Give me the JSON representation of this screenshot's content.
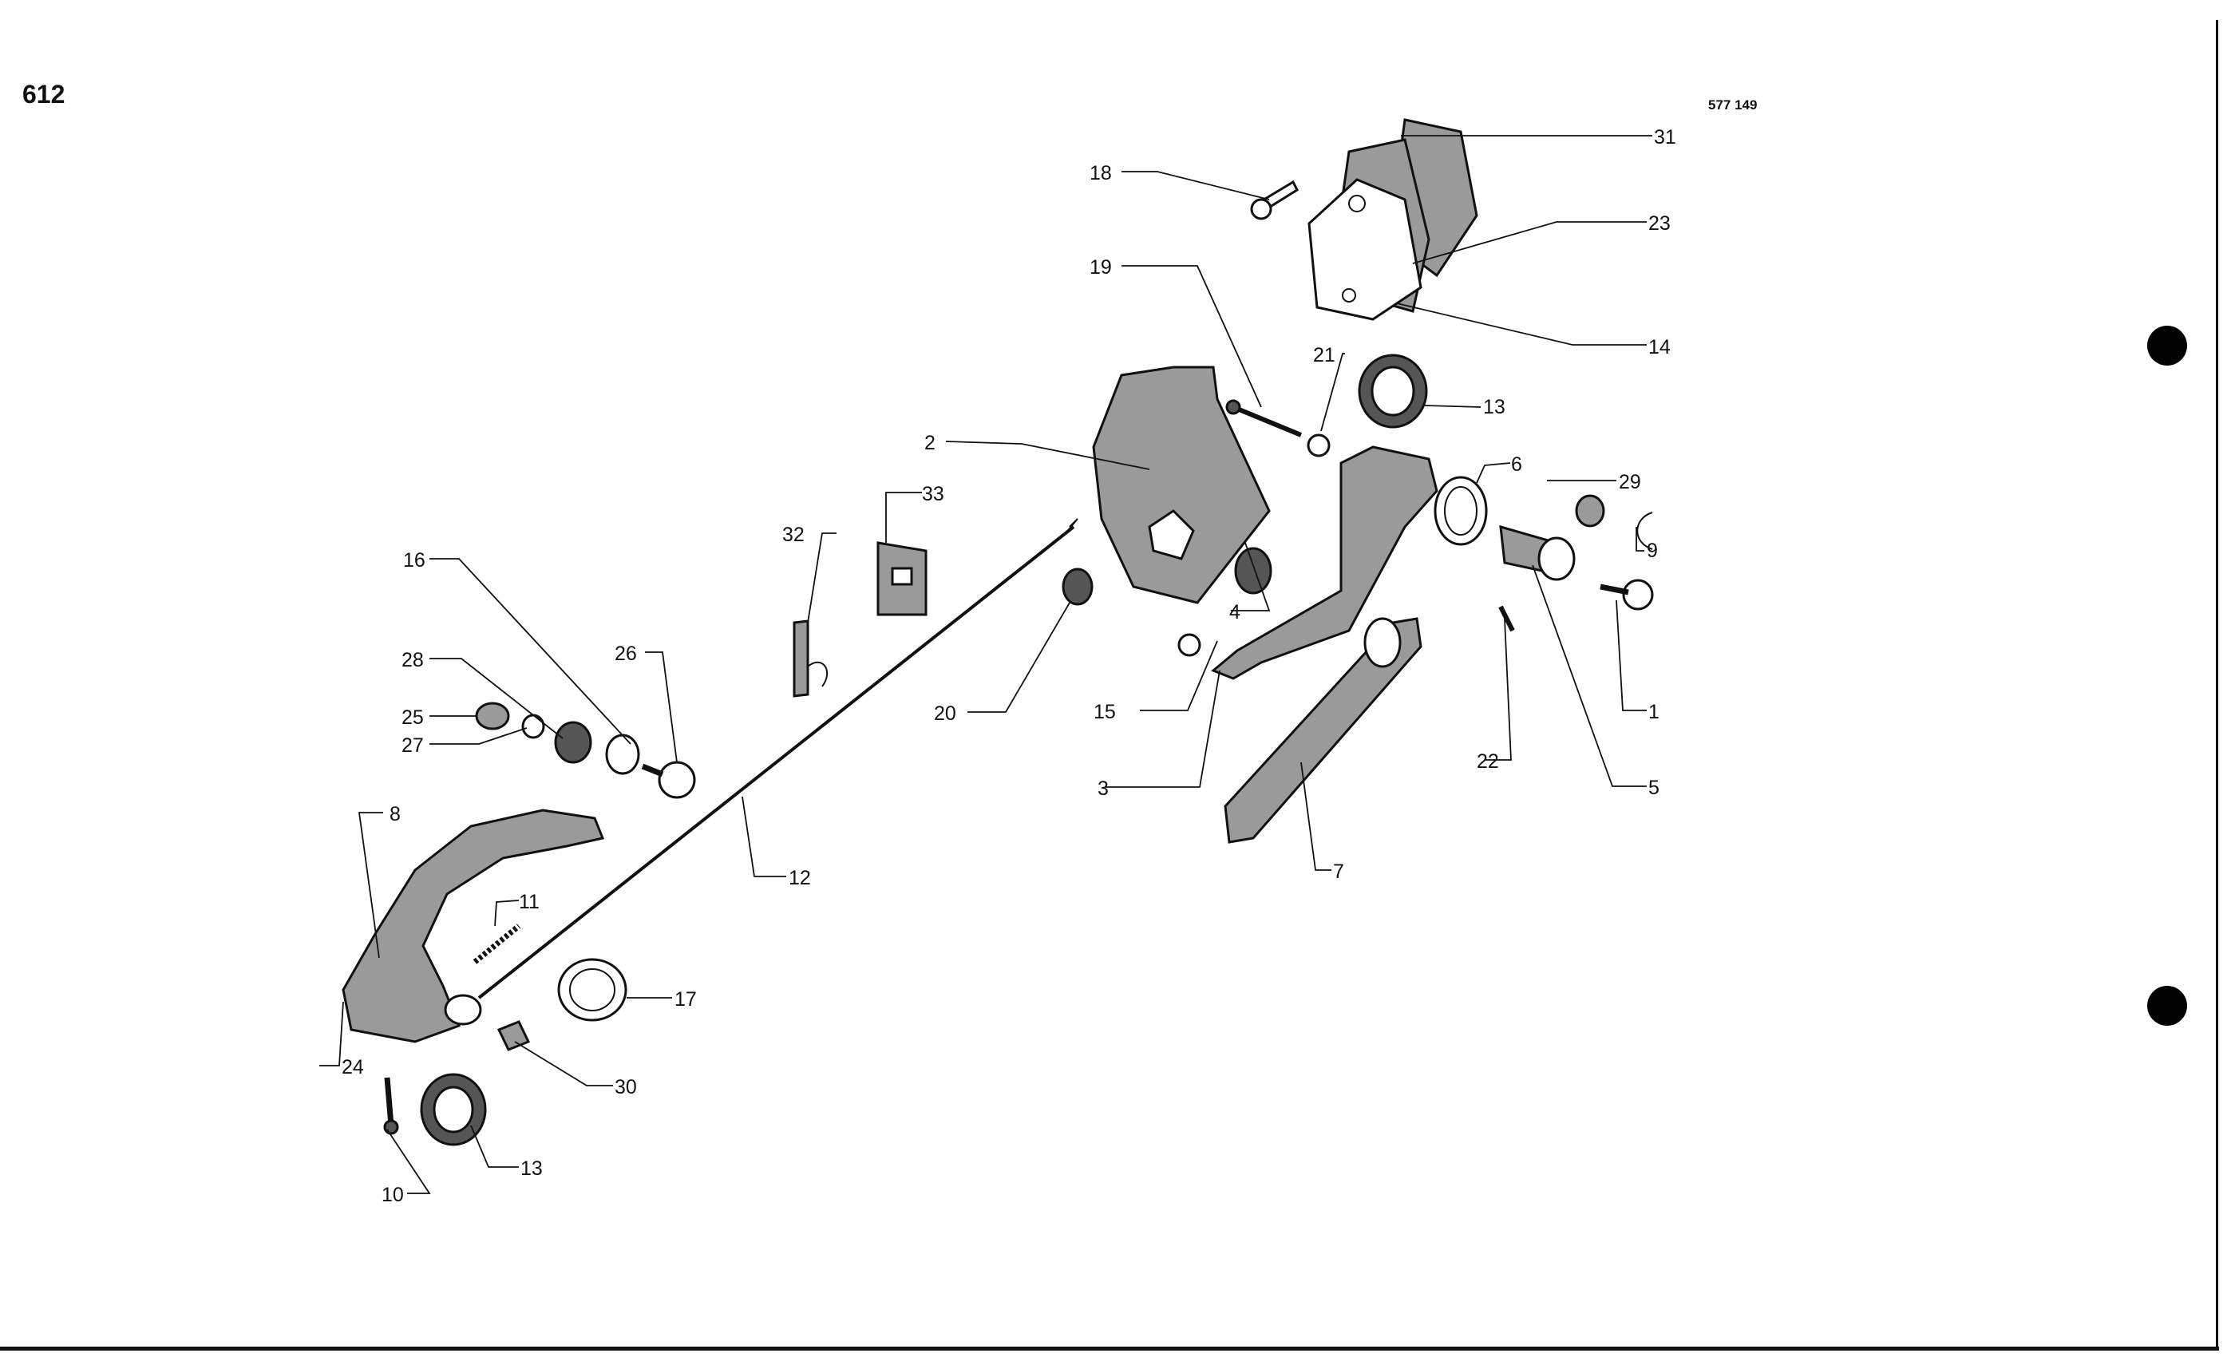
{
  "page": {
    "number": "612",
    "reference_code": "577 149"
  },
  "callouts": [
    {
      "id": "c1",
      "label": "1"
    },
    {
      "id": "c2",
      "label": "2"
    },
    {
      "id": "c3",
      "label": "3"
    },
    {
      "id": "c4",
      "label": "4"
    },
    {
      "id": "c5",
      "label": "5"
    },
    {
      "id": "c6",
      "label": "6"
    },
    {
      "id": "c7",
      "label": "7"
    },
    {
      "id": "c8",
      "label": "8"
    },
    {
      "id": "c9",
      "label": "9"
    },
    {
      "id": "c10",
      "label": "10"
    },
    {
      "id": "c11",
      "label": "11"
    },
    {
      "id": "c12",
      "label": "12"
    },
    {
      "id": "c13a",
      "label": "13"
    },
    {
      "id": "c13b",
      "label": "13"
    },
    {
      "id": "c14",
      "label": "14"
    },
    {
      "id": "c15",
      "label": "15"
    },
    {
      "id": "c16",
      "label": "16"
    },
    {
      "id": "c17",
      "label": "17"
    },
    {
      "id": "c18",
      "label": "18"
    },
    {
      "id": "c19",
      "label": "19"
    },
    {
      "id": "c20",
      "label": "20"
    },
    {
      "id": "c21",
      "label": "21"
    },
    {
      "id": "c22",
      "label": "22"
    },
    {
      "id": "c23",
      "label": "23"
    },
    {
      "id": "c24",
      "label": "24"
    },
    {
      "id": "c25",
      "label": "25"
    },
    {
      "id": "c26",
      "label": "26"
    },
    {
      "id": "c27",
      "label": "27"
    },
    {
      "id": "c28",
      "label": "28"
    },
    {
      "id": "c29",
      "label": "29"
    },
    {
      "id": "c30",
      "label": "30"
    },
    {
      "id": "c31",
      "label": "31"
    },
    {
      "id": "c32",
      "label": "32"
    },
    {
      "id": "c33",
      "label": "33"
    }
  ]
}
